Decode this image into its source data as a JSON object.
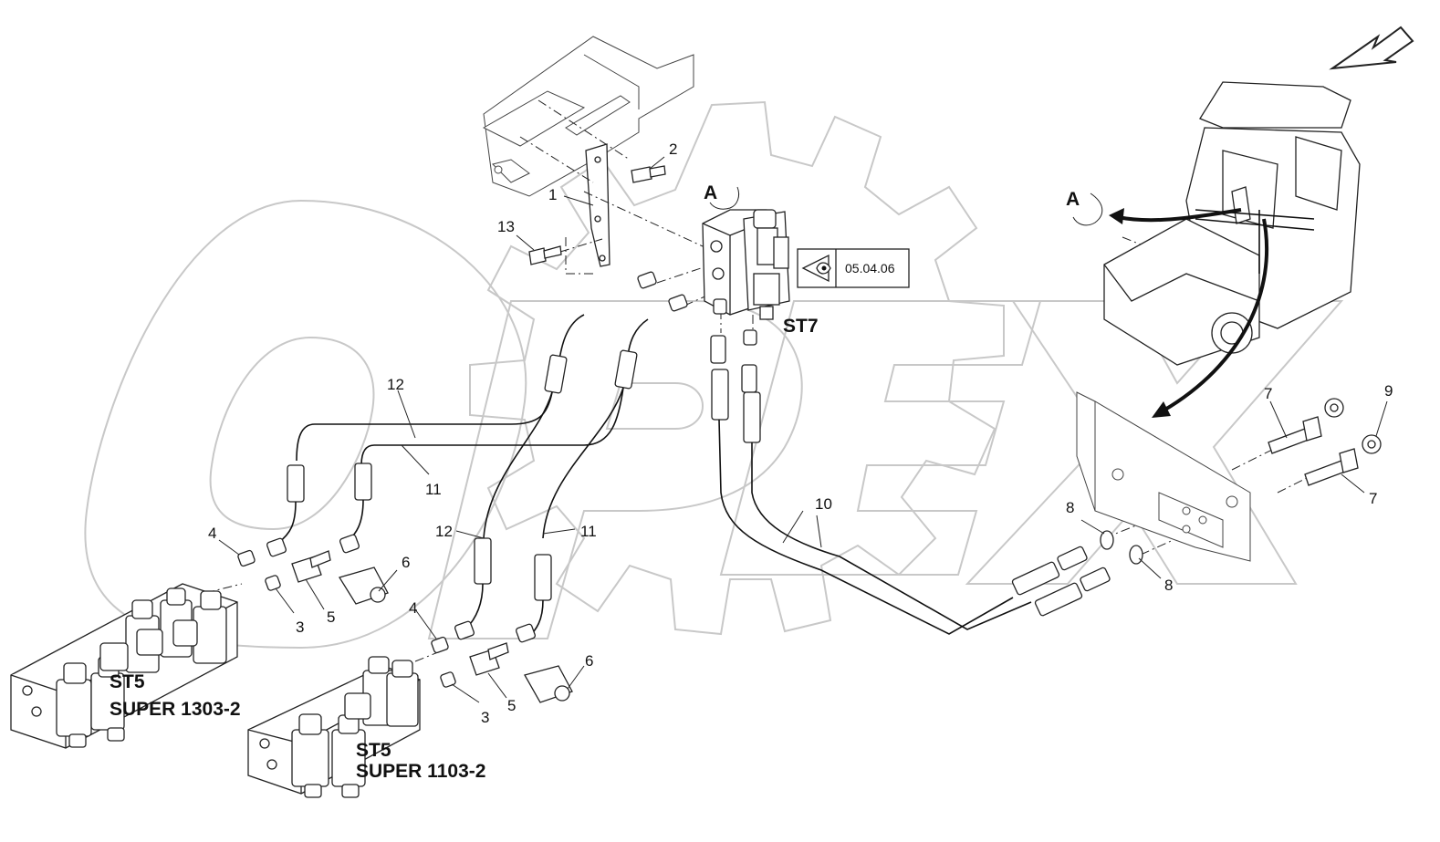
{
  "labels": {
    "valve_block": "ST7",
    "view_marker": "A",
    "reference_box": "05.04.06",
    "st5_1303": "ST5",
    "model_1303": "SUPER 1303-2",
    "st5_1103": "ST5",
    "model_1103": "SUPER 1103-2"
  },
  "callouts": {
    "c1": "1",
    "c2": "2",
    "c13": "13",
    "c12a": "12",
    "c11a": "11",
    "c12b": "12",
    "c11b": "11",
    "c4a": "4",
    "c4b": "4",
    "c3a": "3",
    "c3b": "3",
    "c5a": "5",
    "c5b": "5",
    "c6a": "6",
    "c6b": "6",
    "c10": "10",
    "c7a": "7",
    "c7b": "7",
    "c8a": "8",
    "c8b": "8",
    "c9": "9"
  },
  "colors": {
    "line": "#111111",
    "watermark": "#c8c8c8"
  }
}
